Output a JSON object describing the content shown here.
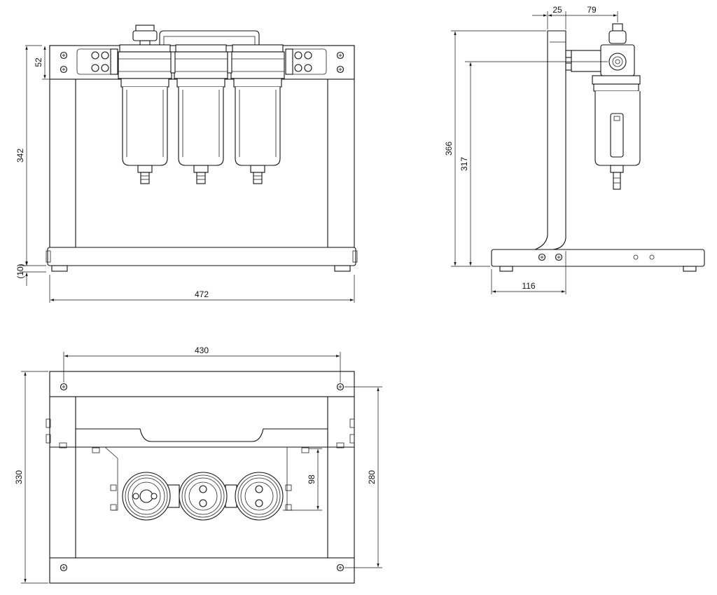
{
  "front_view": {
    "dim_width": "472",
    "dim_height": "342",
    "dim_bracket": "52",
    "dim_feet": "(10)"
  },
  "side_view": {
    "dim_bracket_thickness": "25",
    "dim_head_offset": "79",
    "dim_total_height": "366",
    "dim_port_height": "317",
    "dim_foot": "116"
  },
  "top_view": {
    "dim_hole_spacing": "430",
    "dim_depth": "330",
    "dim_rail_spacing": "280",
    "dim_bracket_depth": "98"
  }
}
